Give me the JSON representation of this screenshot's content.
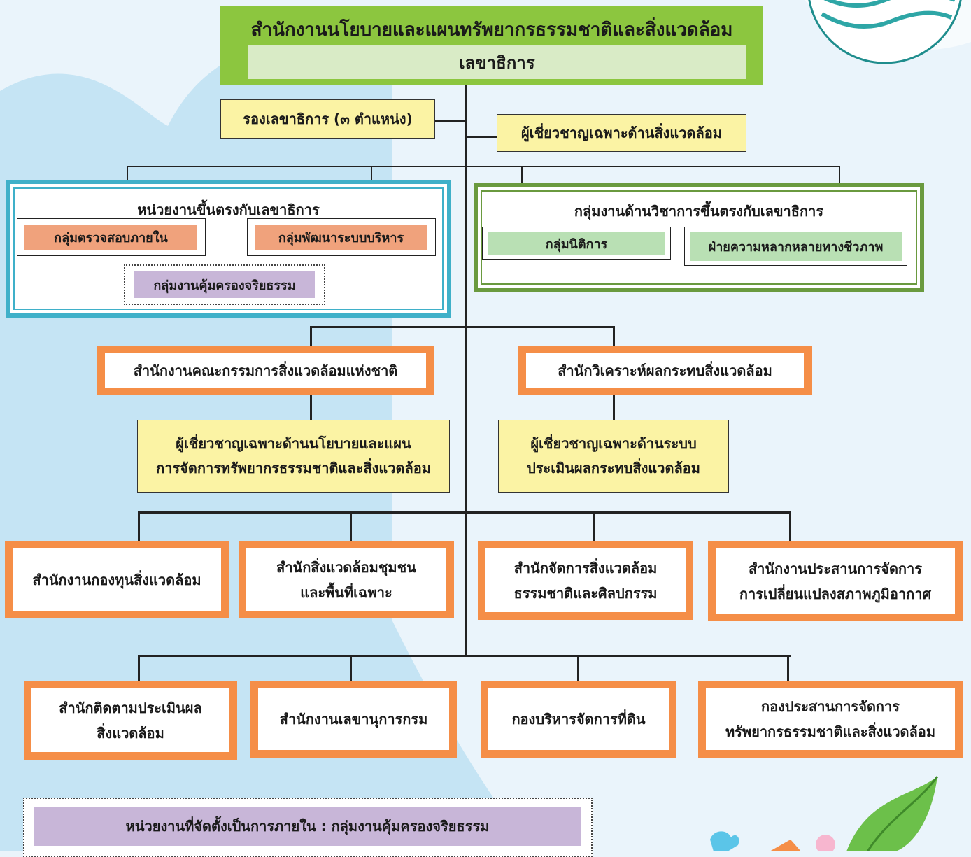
{
  "header": {
    "title": "สำนักงานนโยบายและแผนทรัพยากรธรรมชาติและสิ่งแวดล้อม",
    "subtitle": "เลขาธิการ"
  },
  "deputy": "รองเลขาธิการ (๓ ตำแหน่ง)",
  "env_expert": "ผู้เชี่ยวชาญเฉพาะด้านสิ่งแวดล้อม",
  "direct_units": {
    "title": "หน่วยงานขึ้นตรงกับเลขาธิการ",
    "audit": "กลุ่มตรวจสอบภายใน",
    "admin_dev": "กลุ่มพัฒนาระบบบริหาร",
    "ethics": "กลุ่มงานคุ้มครองจริยธรรม"
  },
  "technical_units": {
    "title": "กลุ่มงานด้านวิชาการขึ้นตรงกับเลขาธิการ",
    "legal": "กลุ่มนิติการ",
    "biodiversity": "ฝ่ายความหลากหลายทางชีวภาพ"
  },
  "level1": {
    "nec": "สำนักงานคณะกรรมการสิ่งแวดล้อมแห่งชาติ",
    "eia": "สำนักวิเคราะห์ผลกระทบสิ่งแวดล้อม",
    "policy_expert_1": "ผู้เชี่ยวชาญเฉพาะด้านนโยบายและแผน",
    "policy_expert_2": "การจัดการทรัพยากรธรรมชาติและสิ่งแวดล้อม",
    "eia_expert_1": "ผู้เชี่ยวชาญเฉพาะด้านระบบ",
    "eia_expert_2": "ประเมินผลกระทบสิ่งแวดล้อม"
  },
  "level2": {
    "fund": "สำนักงานกองทุนสิ่งแวดล้อม",
    "community_1": "สำนักสิ่งแวดล้อมชุมชน",
    "community_2": "และพื้นที่เฉพาะ",
    "natural_1": "สำนักจัดการสิ่งแวดล้อม",
    "natural_2": "ธรรมชาติและศิลปกรรม",
    "climate_1": "สำนักงานประสานการจัดการ",
    "climate_2": "การเปลี่ยนแปลงสภาพภูมิอากาศ"
  },
  "level3": {
    "monitor_1": "สำนักติดตามประเมินผล",
    "monitor_2": "สิ่งแวดล้อม",
    "secretary": "สำนักงานเลขานุการกรม",
    "land": "กองบริหารจัดการที่ดิน",
    "coord_1": "กองประสานการจัดการ",
    "coord_2": "ทรัพยากรธรรมชาติและสิ่งแวดล้อม"
  },
  "footer_note": "หน่วยงานที่จัดตั้งเป็นการภายใน  : กลุ่มงานคุ้มครองจริยธรรม",
  "colors": {
    "header_green": "#8cc63f",
    "frame_blue": "#3fb0c9",
    "frame_green": "#6a9a3f",
    "box_orange": "#f58e47",
    "box_yellow": "#fbf3a4"
  }
}
